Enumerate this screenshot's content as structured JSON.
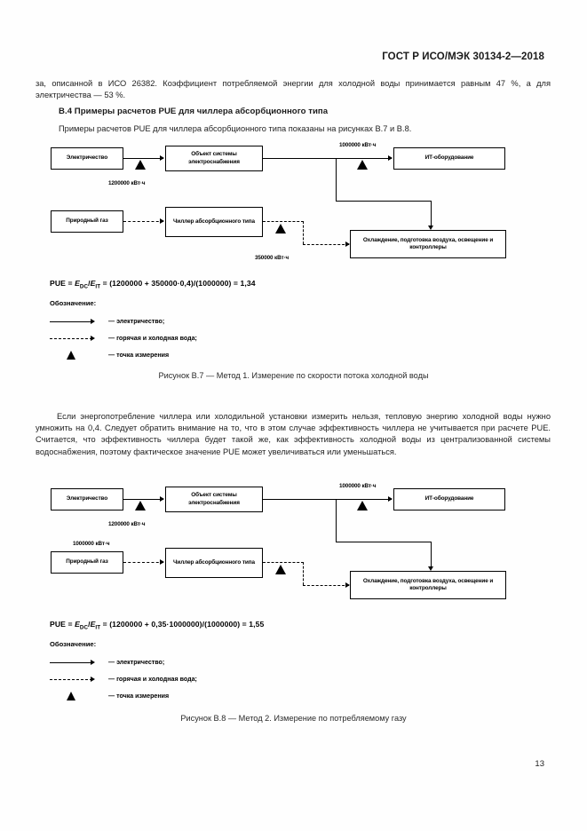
{
  "header": {
    "standard_id": "ГОСТ Р ИСО/МЭК 30134-2—2018"
  },
  "page_number": "13",
  "paragraphs": {
    "intro": "за, описанной в ИСО 26382. Коэффициент потребляемой энергии для холодной воды принимается равным 47 %, а для электричества — 53 %.",
    "section_heading": "В.4  Примеры расчетов PUE для чиллера абсорбционного типа",
    "section_intro": "Примеры расчетов PUE для чиллера абсорбционного типа показаны на рисунках В.7 и В.8.",
    "middle": "Если энергопотребление чиллера или холодильной установки измерить нельзя, тепловую энергию холодной воды нужно умножить на 0,4. Следует обратить внимание на то, что в этом случае эффективность чиллера не учитывается при расчете PUE. Считается, что эффективность чиллера будет такой же, как эффективность холодной воды из централизованной системы водоснабжения, поэтому фактическое значение PUE может увеличиваться или уменьшаться."
  },
  "figure_b7": {
    "caption": "Рисунок В.7 — Метод 1. Измерение по скорости потока холодной воды",
    "nodes": {
      "electricity": "Электричество",
      "power_system": "Объект системы электроснабжения",
      "it_equipment": "ИТ-оборудование",
      "natural_gas": "Природный газ",
      "chiller": "Чиллер абсорбционного типа",
      "cooling": "Охлаждение, подготовка воздуха, освещение и контроллеры"
    },
    "flow_labels": {
      "electricity_in": "1200000 кВт·ч",
      "it_in": "1000000 кВт·ч",
      "chiller_out": "350000 кВт·ч"
    },
    "formula": {
      "prefix": "PUE = ",
      "e_dc": "E",
      "e_dc_sub": "DC",
      "slash": "/",
      "e_it": "E",
      "e_it_sub": "IT",
      "body": " = (1200000 +  350000·0,4)/(1000000) = 1,34"
    },
    "legend": {
      "title": "Обозначение:",
      "items": [
        {
          "symbol": "solid-arrow",
          "text": "— электричество;"
        },
        {
          "symbol": "dashed-arrow",
          "text": "— горячая и холодная вода;"
        },
        {
          "symbol": "triangle",
          "text": "— точка измерения"
        }
      ]
    }
  },
  "figure_b8": {
    "caption": "Рисунок В.8 — Метод 2. Измерение по потребляемому газу",
    "nodes": {
      "electricity": "Электричество",
      "power_system": "Объект системы электроснабжения",
      "it_equipment": "ИТ-оборудование",
      "natural_gas": "Природный газ",
      "chiller": "Чиллер абсорбционного типа",
      "cooling": "Охлаждение, подготовка воздуха, освещение и контроллеры"
    },
    "flow_labels": {
      "electricity_in": "1200000 кВт·ч",
      "it_in": "1000000 кВт·ч",
      "gas_in": "1000000 кВт·ч"
    },
    "formula": {
      "prefix": "PUE = ",
      "e_dc": "E",
      "e_dc_sub": "DC",
      "slash": "/",
      "e_it": "E",
      "e_it_sub": "IT",
      "body": " = (1200000 +  0,35·1000000)/(1000000) = 1,55"
    },
    "legend": {
      "title": "Обозначение:",
      "items": [
        {
          "symbol": "solid-arrow",
          "text": "— электричество;"
        },
        {
          "symbol": "dashed-arrow",
          "text": "— горячая и холодная вода;"
        },
        {
          "symbol": "triangle",
          "text": "— точка измерения"
        }
      ]
    }
  }
}
